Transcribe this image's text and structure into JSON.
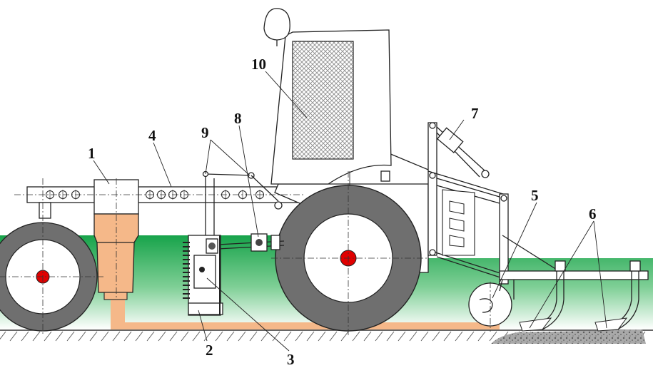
{
  "figure": {
    "callouts": [
      {
        "id": "1",
        "text": "1"
      },
      {
        "id": "2",
        "text": "2"
      },
      {
        "id": "3",
        "text": "3"
      },
      {
        "id": "4",
        "text": "4"
      },
      {
        "id": "5",
        "text": "5"
      },
      {
        "id": "6",
        "text": "6"
      },
      {
        "id": "7",
        "text": "7"
      },
      {
        "id": "8",
        "text": "8"
      },
      {
        "id": "9",
        "text": "9"
      },
      {
        "id": "10",
        "text": "10"
      }
    ],
    "colors": {
      "soil_green": "#17a34a",
      "soil_fade": "#ffffff",
      "hopper_tan": "#f5b889",
      "tire_gray": "#6f6f6f",
      "hub_red": "#e00000",
      "cab_mesh": "#9a9a9a",
      "loose_soil": "#8a8a8a"
    }
  }
}
